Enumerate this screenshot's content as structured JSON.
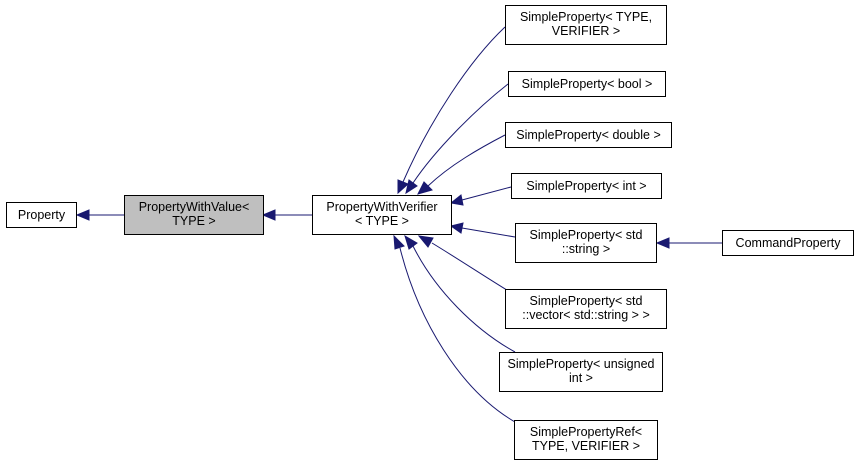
{
  "nodes": {
    "property": {
      "lines": [
        "Property"
      ]
    },
    "property_with_value": {
      "lines": [
        "PropertyWithValue<",
        "TYPE >"
      ]
    },
    "property_with_verifier": {
      "lines": [
        "PropertyWithVerifier",
        "< TYPE >"
      ]
    },
    "simple_type_verifier": {
      "lines": [
        "SimpleProperty< TYPE,",
        "VERIFIER >"
      ]
    },
    "simple_bool": {
      "lines": [
        "SimpleProperty< bool >"
      ]
    },
    "simple_double": {
      "lines": [
        "SimpleProperty< double >"
      ]
    },
    "simple_int": {
      "lines": [
        "SimpleProperty< int >"
      ]
    },
    "simple_string": {
      "lines": [
        "SimpleProperty< std",
        "::string >"
      ]
    },
    "simple_vector": {
      "lines": [
        "SimpleProperty< std",
        "::vector< std::string > >"
      ]
    },
    "simple_unsigned": {
      "lines": [
        "SimpleProperty< unsigned",
        "int >"
      ]
    },
    "simple_ref": {
      "lines": [
        "SimplePropertyRef<",
        "TYPE, VERIFIER >"
      ]
    },
    "command_property": {
      "lines": [
        "CommandProperty"
      ]
    }
  },
  "colors": {
    "edge": "#191970",
    "highlight_fill": "#bfbfbf",
    "box_border": "#000000"
  }
}
